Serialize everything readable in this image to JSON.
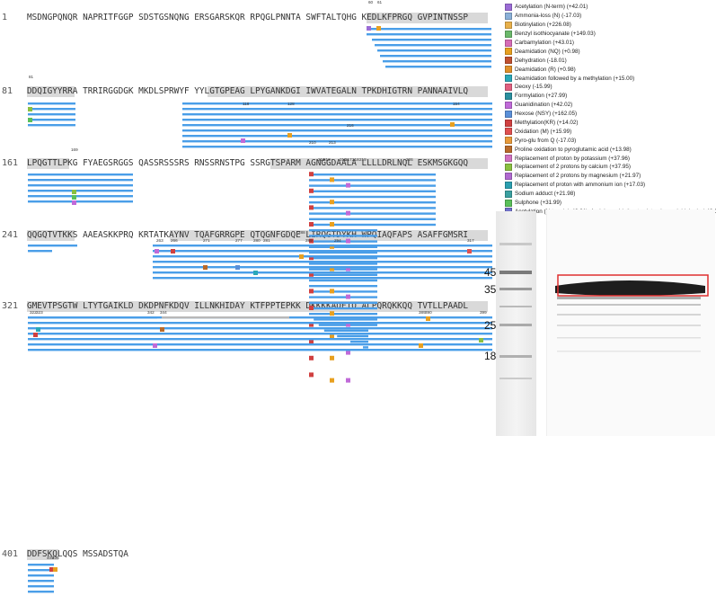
{
  "sequence_rows": [
    {
      "start": "1",
      "text": "MSDNGPQNQR NAPRITFGGP SDSTGSNQNG ERSGARSKQR RPQGLPNNTA SWFTALTQHG KEDLKFPRGQ GVPINTNSSP"
    },
    {
      "start": "81",
      "text": "DDQIGYYRRA TRRIRGGDGK MKDLSPRWYF YYLGTGPEAG LPYGANKDGI IWVATEGALN TPKDHIGTRN PANNAAIVLQ"
    },
    {
      "start": "161",
      "text": "LPQGTTLPKG FYAEGSRGGS QASSRSSSRS RNSSRNSTPG SSRGTSPARM AGNGGDAALA LLLLDRLNQL ESKMSGKGQQ"
    },
    {
      "start": "241",
      "text": "QQGQTVTKKS AAEASKKPRQ KRTATKAYNV TQAFGRRGPE QTQGNFGDQE LIRQGTDYKH WPQIAQFAPS ASAFFGMSRI"
    },
    {
      "start": "321",
      "text": "GMEVTPSGTW LTYTGAIKLD DKDPNFKDQV ILLNKHIDAY KTFPPTEPKK DKKKKADETQ ALPQRQKKQQ TVTLLPAADL"
    },
    {
      "start": "401",
      "text": "DDFSKQLQQS MSSADSTQA"
    }
  ],
  "site_labels": [
    "60",
    "61",
    "81",
    "118",
    "128",
    "154",
    "169",
    "210",
    "213",
    "216",
    "211",
    "212",
    "215",
    "217",
    "218",
    "219",
    "226",
    "263",
    "266",
    "271",
    "277",
    "280",
    "281",
    "288",
    "289",
    "294",
    "317",
    "322",
    "323",
    "342",
    "344",
    "389",
    "390",
    "399",
    "405",
    "406"
  ],
  "legend": [
    {
      "label": "Acetylation (N-term) (+42.01)",
      "color": "#9b6cd6",
      "icon": "a-icon"
    },
    {
      "label": "Ammonia-loss (N) (-17.03)",
      "color": "#8ab0d8",
      "icon": "a-icon"
    },
    {
      "label": "Biotinylation (+226.08)",
      "color": "#e8b04a",
      "icon": "b-icon"
    },
    {
      "label": "Benzyl isothiocyanate (+149.03)",
      "color": "#6bb86b",
      "icon": "b-icon"
    },
    {
      "label": "Carbamylation (+43.01)",
      "color": "#d66cb6",
      "icon": "c-icon"
    },
    {
      "label": "Deamidation (NQ) (+0.98)",
      "color": "#e8a020",
      "icon": "d-icon"
    },
    {
      "label": "Dehydration (-18.01)",
      "color": "#c05030",
      "icon": "d-icon"
    },
    {
      "label": "Deamidation (R) (+0.98)",
      "color": "#e0902a",
      "icon": "d-icon"
    },
    {
      "label": "Deamidation followed by a methylation (+15.00)",
      "color": "#2aa8b8",
      "icon": "d-icon"
    },
    {
      "label": "Deoxy (-15.99)",
      "color": "#e06080",
      "icon": "d-icon"
    },
    {
      "label": "Formylation (+27.99)",
      "color": "#2a8f9f",
      "icon": "f-icon"
    },
    {
      "label": "Guanidination (+42.02)",
      "color": "#c06ad8",
      "icon": "g-icon"
    },
    {
      "label": "Hexose (NSY) (+162.05)",
      "color": "#5a8fd8",
      "icon": "h-icon"
    },
    {
      "label": "Methylation(KR) (+14.02)",
      "color": "#d04040",
      "icon": "m-icon"
    },
    {
      "label": "Oxidation (M) (+15.99)",
      "color": "#e05050",
      "icon": "o-icon"
    },
    {
      "label": "Pyro-glu from Q (-17.03)",
      "color": "#e89a3a",
      "icon": "p-icon"
    },
    {
      "label": "Proline oxidation to pyroglutamic acid (+13.98)",
      "color": "#b86a2a",
      "icon": "p-icon"
    },
    {
      "label": "Replacement of proton by potassium (+37.96)",
      "color": "#d070c0",
      "icon": "k-icon"
    },
    {
      "label": "Replacement of 2 protons by calcium (+37.95)",
      "color": "#8ac040",
      "icon": "c-icon"
    },
    {
      "label": "Replacement of 2 protons by magnesium (+21.97)",
      "color": "#b06ad0",
      "icon": "m-icon"
    },
    {
      "label": "Replacement of proton with ammonium ion (+17.03)",
      "color": "#2a9fb0",
      "icon": "n-icon"
    },
    {
      "label": "Sodium adduct (+21.98)",
      "color": "#3aa0a0",
      "icon": "s-icon"
    },
    {
      "label": "Sulphone (+31.99)",
      "color": "#5ac05a",
      "icon": "s-icon"
    },
    {
      "label": "Acetylation (N-term) (+42.01), Arginine oxidation to glutamic semialdehyde (-43.05",
      "color": "#7070c8",
      "icon": "a-icon"
    }
  ],
  "gel": {
    "markers": [
      "45",
      "35",
      "25",
      "18"
    ],
    "highlight_color": "#e03030"
  },
  "colors": {
    "peptide": "#4a9ee8",
    "peptide_gray": "#b8b8b8",
    "coverage": "#d9d9d9"
  }
}
